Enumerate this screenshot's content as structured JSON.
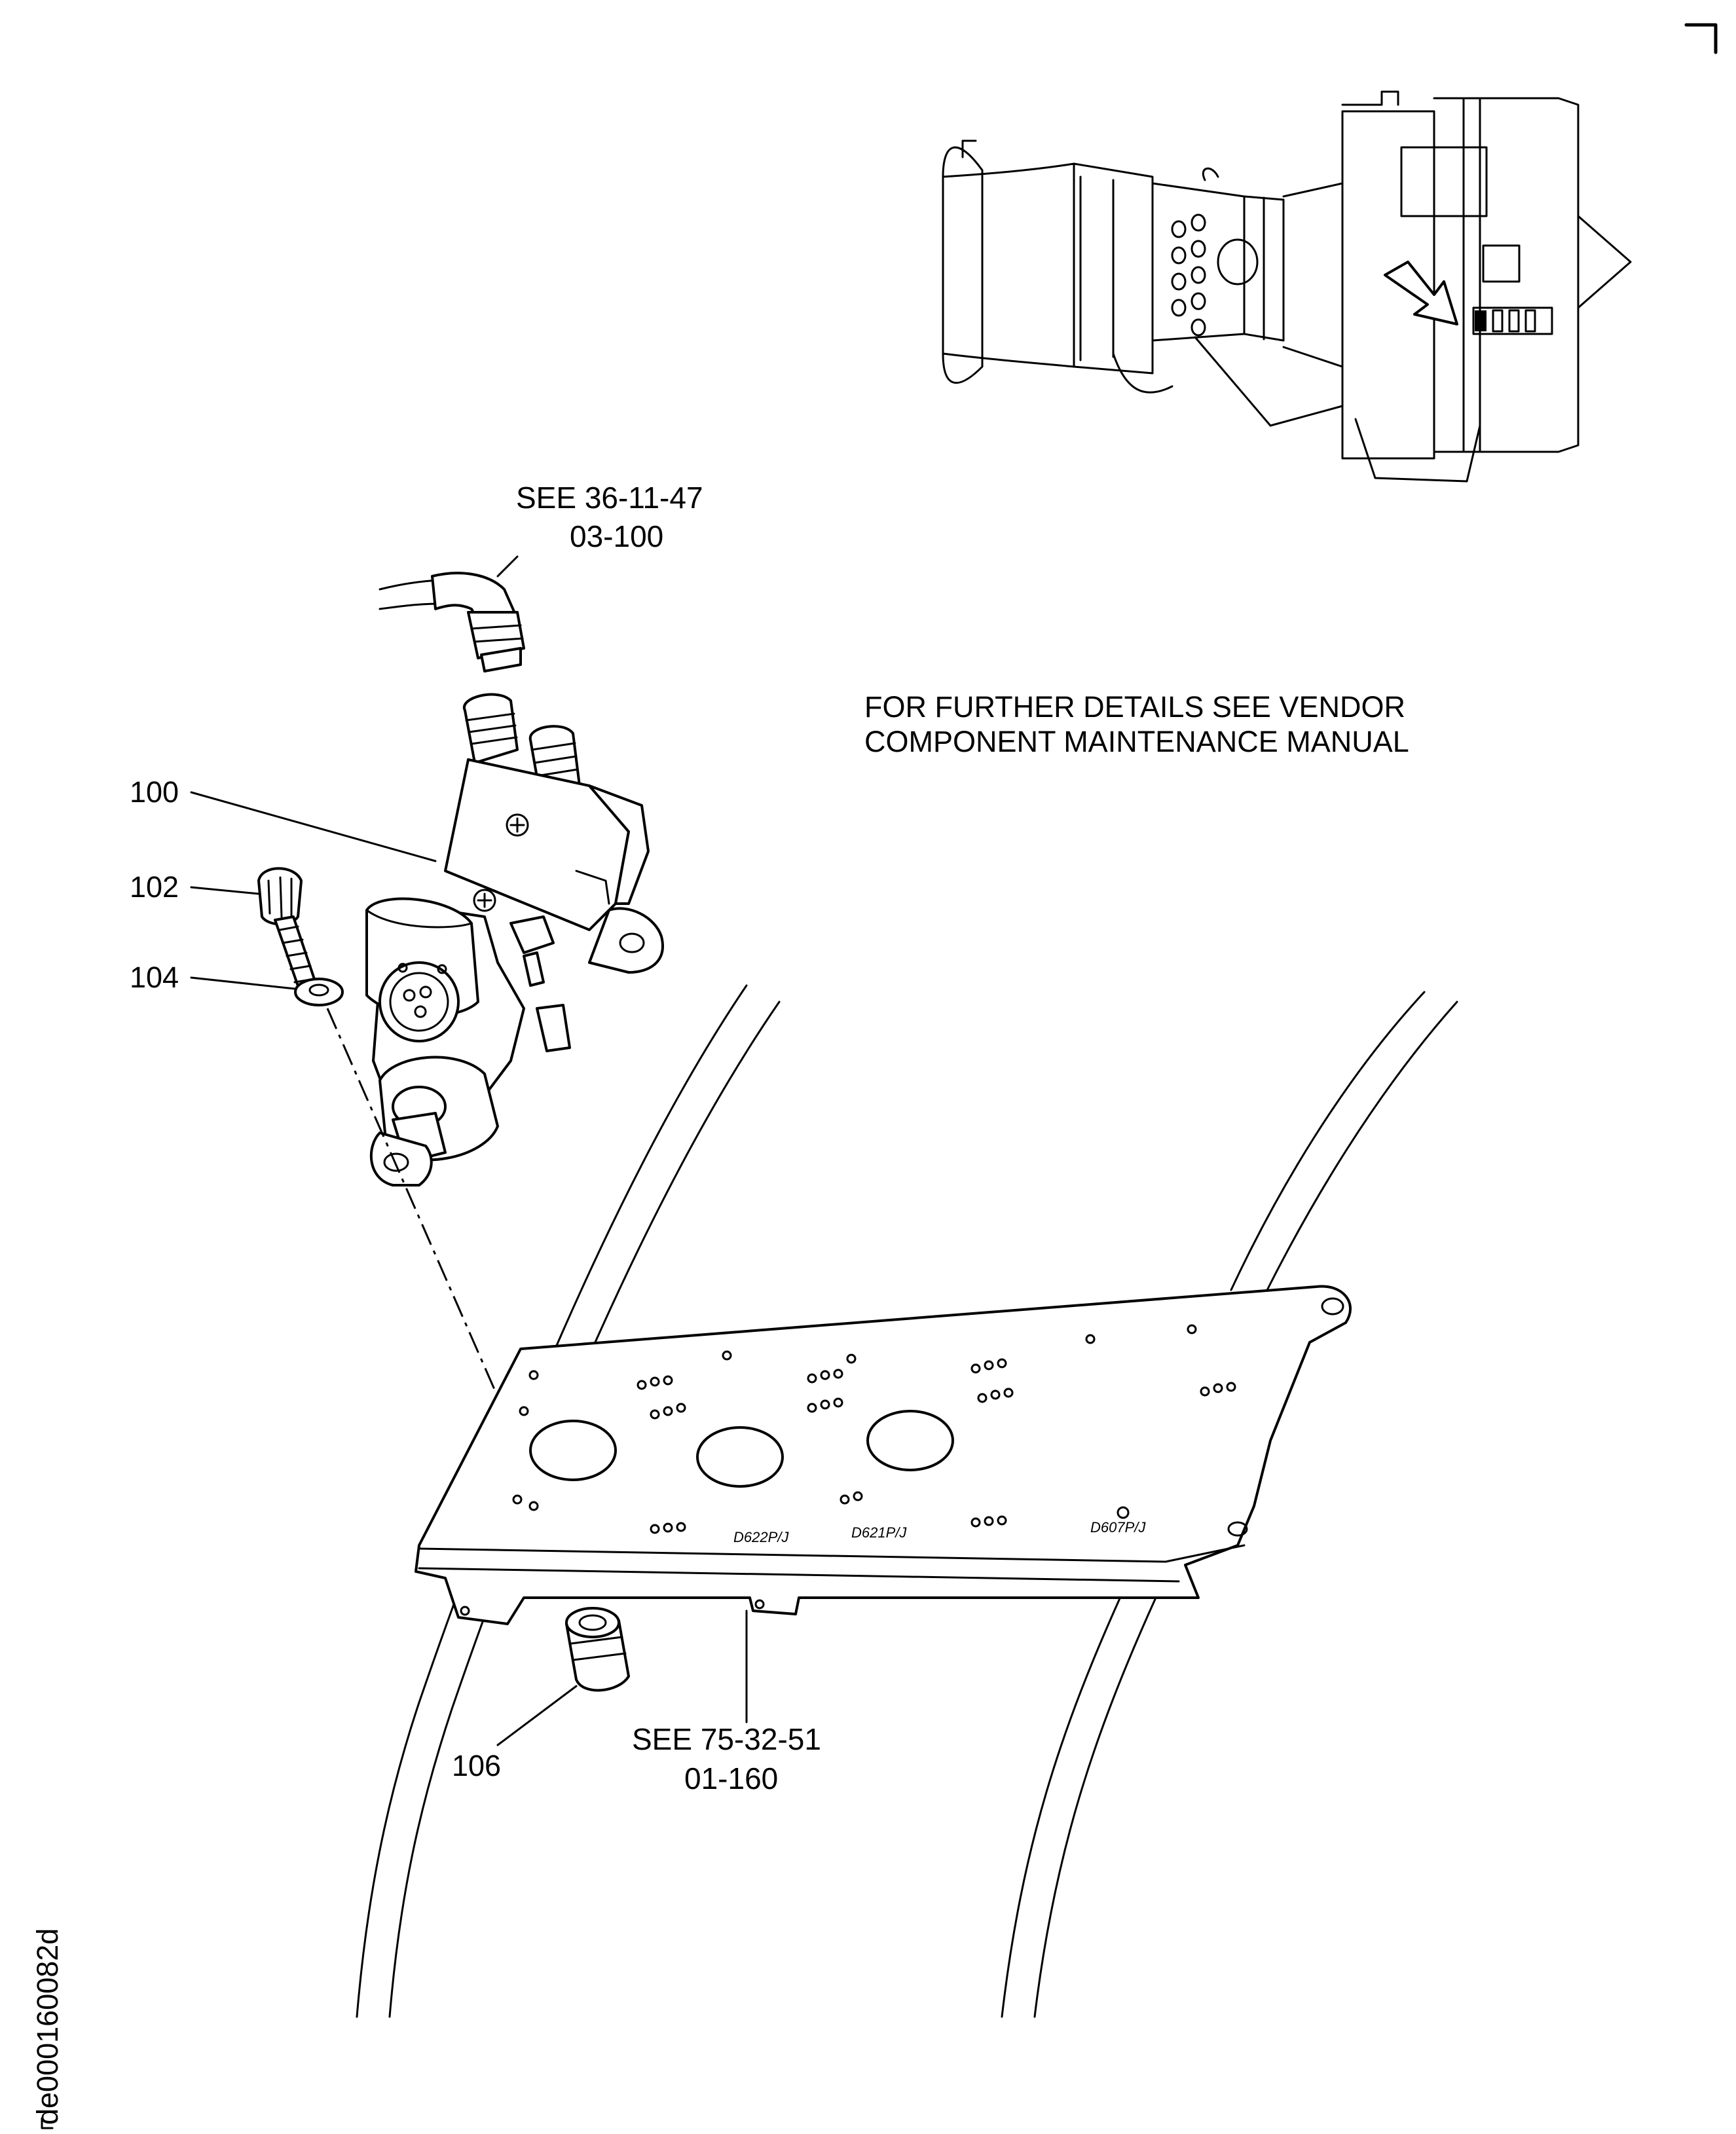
{
  "references": {
    "top": {
      "line1": "SEE 36-11-47",
      "line2": "03-100"
    },
    "bottom": {
      "line1": "SEE 75-32-51",
      "line2": "01-160"
    }
  },
  "note": {
    "line1": "FOR FURTHER DETAILS SEE VENDOR",
    "line2": "COMPONENT MAINTENANCE MANUAL"
  },
  "callouts": {
    "item_100": "100",
    "item_102": "102",
    "item_104": "104",
    "item_106": "106"
  },
  "plate_markings": {
    "connector_1": "D622P/J",
    "connector_2": "D621P/J",
    "connector_3": "D607P/J"
  },
  "drawing_id": "de000160082d",
  "icons": [
    "engine-locator-view",
    "locator-arrow-icon",
    "corner-crop-mark"
  ]
}
